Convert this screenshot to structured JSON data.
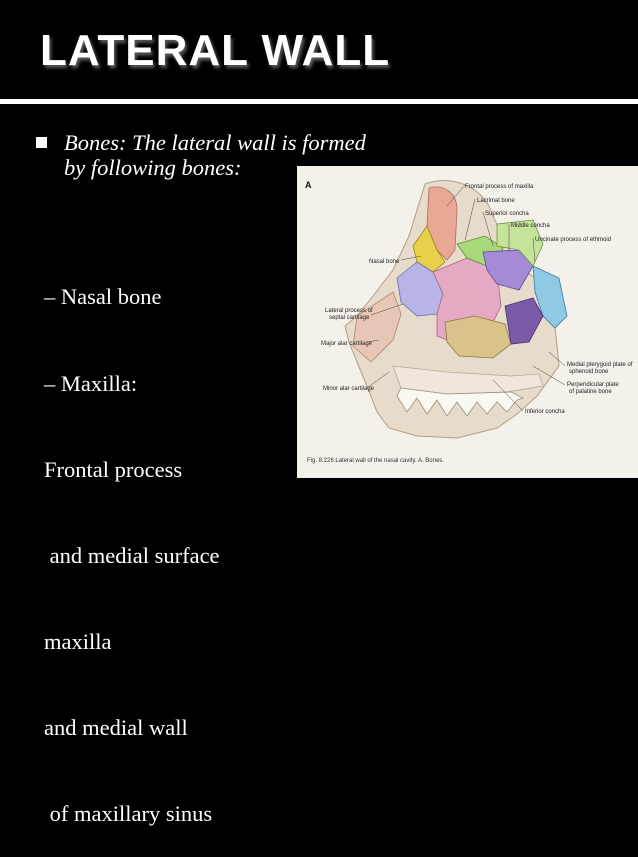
{
  "slide": {
    "title": "LATERAL WALL",
    "bullet": "Bones: The lateral wall is formed by following bones:",
    "bullet_line1": "Bones: The lateral wall is formed",
    "bullet_line2": "by following bones:",
    "lines": [
      "– Nasal bone",
      "– Maxilla:",
      "Frontal process",
      " and medial surface",
      "maxilla",
      "and medial wall",
      " of maxillary sinus"
    ]
  },
  "figure": {
    "panel_letter": "A",
    "labels": {
      "frontal_process": "Frontal process of maxilla",
      "lacrimal": "Lacrimal bone",
      "superior_concha": "Superior concha",
      "middle_concha": "Middle concha",
      "uncinate": "Uncinate process of ethmoid",
      "nasal_bone": "Nasal bone",
      "lateral_process_1": "Lateral process of",
      "lateral_process_2": "septal cartilage",
      "major_alar": "Major alar cartilage",
      "minor_alar": "Minor alar cartilage",
      "medial_pterygoid_1": "Medial pterygoid plate of",
      "medial_pterygoid_2": "sphenoid bone",
      "perpendicular_1": "Perpendicular plate",
      "perpendicular_2": "of palatine bone",
      "inferior_concha": "Inferior concha"
    },
    "caption": "Fig. 8.226  Lateral wall of the nasal cavity. A. Bones."
  }
}
